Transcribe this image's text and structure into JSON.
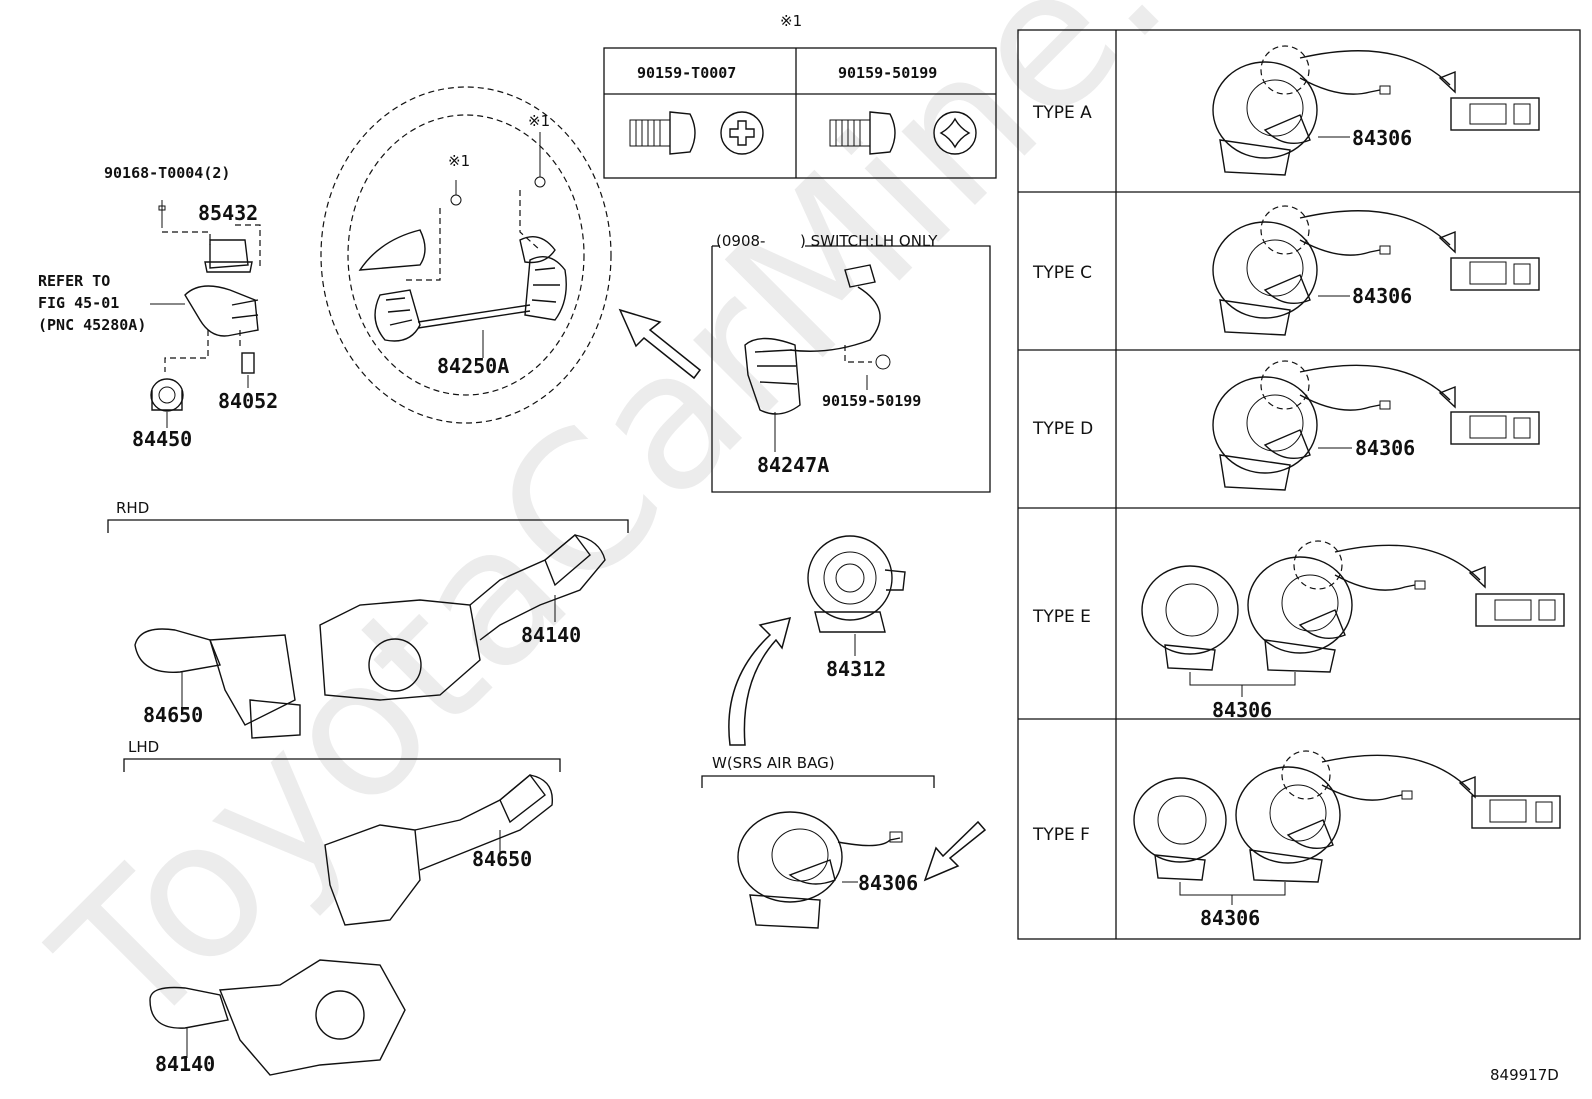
{
  "watermark": "ToyotaCarMine.ru",
  "figure_id": "849917D",
  "note_mark": "※1",
  "screw_table": {
    "header_mark": "※1",
    "col1": "90159-T0007",
    "col2": "90159-50199"
  },
  "parts": {
    "p90168": "90168-T0004(2)",
    "p85432": "85432",
    "refer_line1": "REFER TO",
    "refer_line2": "FIG 45-01",
    "refer_line3": "(PNC 45280A)",
    "p84450": "84450",
    "p84052": "84052",
    "p84250A": "84250A",
    "p84247A": "84247A",
    "p90159_50199": "90159-50199",
    "p84140_rhd": "84140",
    "p84650_rhd": "84650",
    "p84650_lhd": "84650",
    "p84140_lhd": "84140",
    "p84312": "84312",
    "p84306_srs": "84306"
  },
  "switch_box": {
    "label_a": "(0908-",
    "label_b": ") SWITCH:LH ONLY"
  },
  "groups": {
    "rhd": "RHD",
    "lhd": "LHD",
    "srs": "W(SRS AIR BAG)"
  },
  "types": [
    {
      "label": "TYPE A",
      "part": "84306"
    },
    {
      "label": "TYPE C",
      "part": "84306"
    },
    {
      "label": "TYPE D",
      "part": "84306"
    },
    {
      "label": "TYPE E",
      "part": "84306"
    },
    {
      "label": "TYPE F",
      "part": "84306"
    }
  ]
}
